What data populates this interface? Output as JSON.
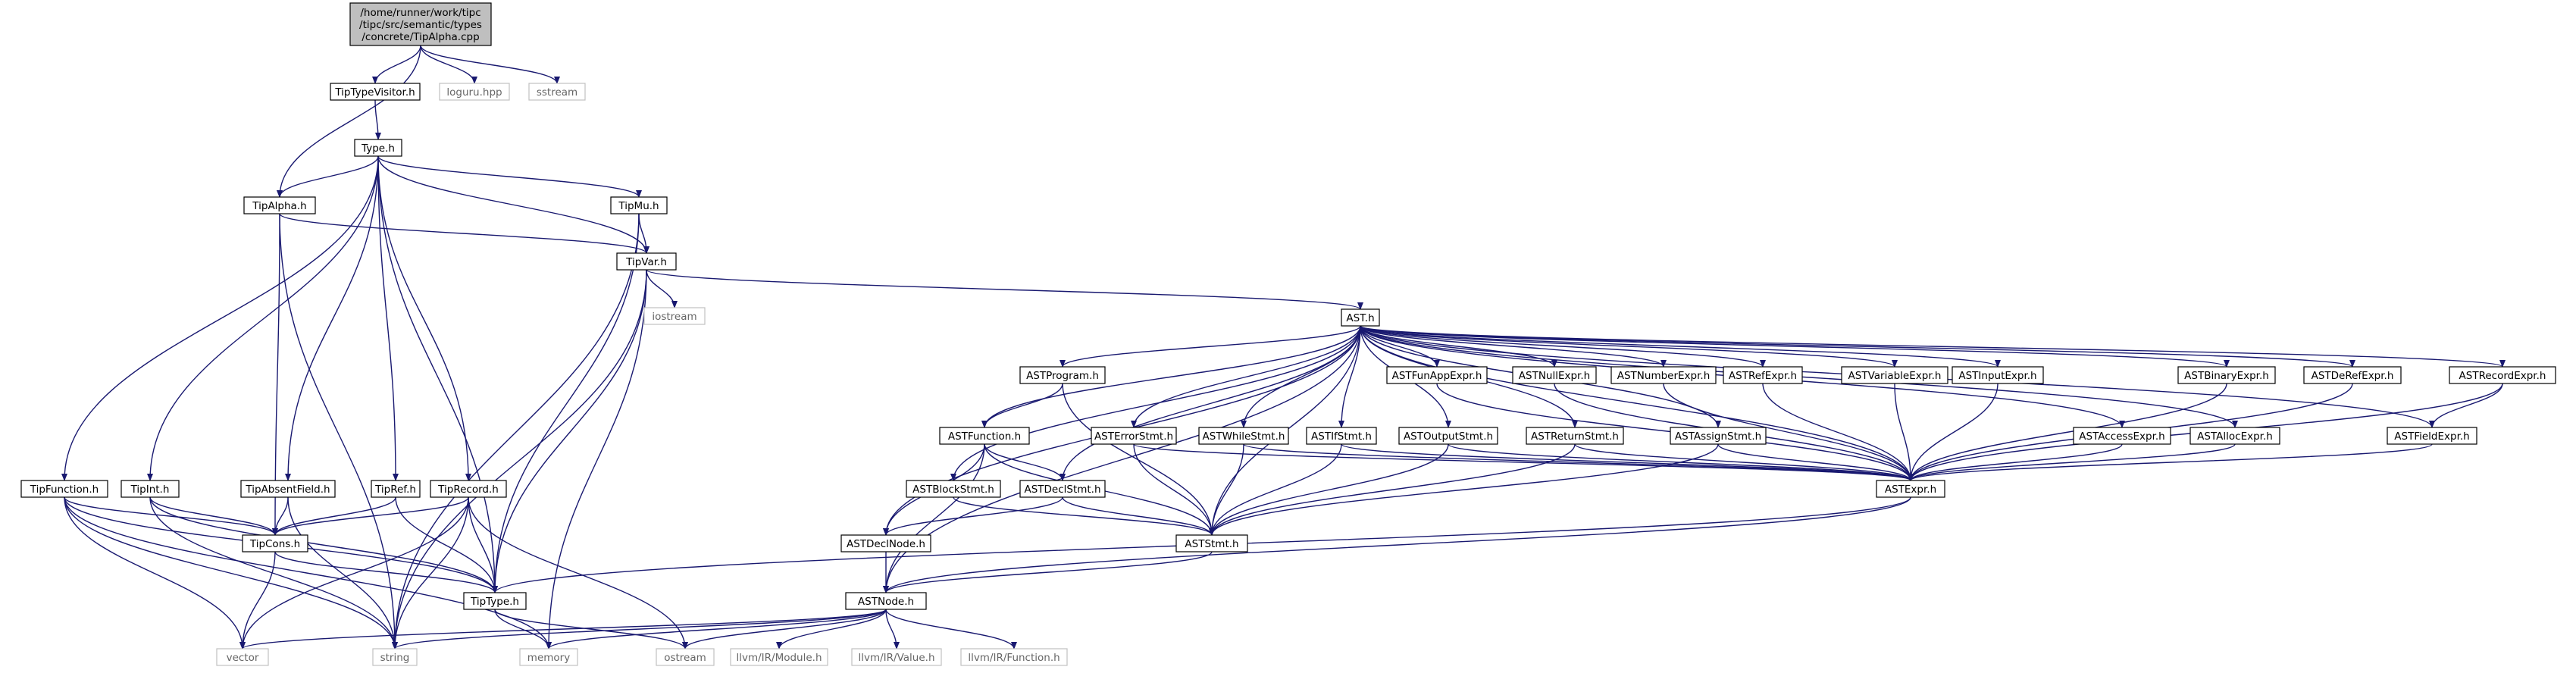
{
  "graph": {
    "focus_file": "/home/runner/work/tipc/tipc/src/semantic/types/concrete/TipAlpha.cpp",
    "focus_lines": [
      "/home/runner/work/tipc",
      "/tipc/src/semantic/types",
      "/concrete/TipAlpha.cpp"
    ],
    "nodes": [
      {
        "id": "tipalpha_cpp",
        "label": "TipAlpha.cpp",
        "focus": true
      },
      {
        "id": "tiptypevisitor_h",
        "label": "TipTypeVisitor.h"
      },
      {
        "id": "loguru_hpp",
        "label": "loguru.hpp",
        "external": true
      },
      {
        "id": "sstream",
        "label": "sstream",
        "external": true
      },
      {
        "id": "type_h",
        "label": "Type.h"
      },
      {
        "id": "tipalpha_h",
        "label": "TipAlpha.h"
      },
      {
        "id": "tipmu_h",
        "label": "TipMu.h"
      },
      {
        "id": "tipvar_h",
        "label": "TipVar.h"
      },
      {
        "id": "iostream",
        "label": "iostream",
        "external": true
      },
      {
        "id": "ast_h",
        "label": "AST.h"
      },
      {
        "id": "astprogram_h",
        "label": "ASTProgram.h"
      },
      {
        "id": "astfunappexpr_h",
        "label": "ASTFunAppExpr.h"
      },
      {
        "id": "astnullexpr_h",
        "label": "ASTNullExpr.h"
      },
      {
        "id": "astnumberexpr_h",
        "label": "ASTNumberExpr.h"
      },
      {
        "id": "astrefexpr_h",
        "label": "ASTRefExpr.h"
      },
      {
        "id": "astvariableexpr_h",
        "label": "ASTVariableExpr.h"
      },
      {
        "id": "astinputexpr_h",
        "label": "ASTInputExpr.h"
      },
      {
        "id": "astbinaryexpr_h",
        "label": "ASTBinaryExpr.h"
      },
      {
        "id": "astderefexpr_h",
        "label": "ASTDeRefExpr.h"
      },
      {
        "id": "astrecordexpr_h",
        "label": "ASTRecordExpr.h"
      },
      {
        "id": "astfunction_h",
        "label": "ASTFunction.h"
      },
      {
        "id": "asterrorstmt_h",
        "label": "ASTErrorStmt.h"
      },
      {
        "id": "astwhilestmt_h",
        "label": "ASTWhileStmt.h"
      },
      {
        "id": "astifstmt_h",
        "label": "ASTIfStmt.h"
      },
      {
        "id": "astoutputstmt_h",
        "label": "ASTOutputStmt.h"
      },
      {
        "id": "astreturnstmt_h",
        "label": "ASTReturnStmt.h"
      },
      {
        "id": "astassignstmt_h",
        "label": "ASTAssignStmt.h"
      },
      {
        "id": "astaccessexpr_h",
        "label": "ASTAccessExpr.h"
      },
      {
        "id": "astallocexpr_h",
        "label": "ASTAllocExpr.h"
      },
      {
        "id": "astfieldexpr_h",
        "label": "ASTFieldExpr.h"
      },
      {
        "id": "astblockstmt_h",
        "label": "ASTBlockStmt.h"
      },
      {
        "id": "astdeclstmt_h",
        "label": "ASTDeclStmt.h"
      },
      {
        "id": "astexpr_h",
        "label": "ASTExpr.h"
      },
      {
        "id": "astdeclnode_h",
        "label": "ASTDeclNode.h"
      },
      {
        "id": "aststmt_h",
        "label": "ASTStmt.h"
      },
      {
        "id": "astnode_h",
        "label": "ASTNode.h"
      },
      {
        "id": "tipfunction_h",
        "label": "TipFunction.h"
      },
      {
        "id": "tipint_h",
        "label": "TipInt.h"
      },
      {
        "id": "tipabsentfield_h",
        "label": "TipAbsentField.h"
      },
      {
        "id": "tipref_h",
        "label": "TipRef.h"
      },
      {
        "id": "tiprecord_h",
        "label": "TipRecord.h"
      },
      {
        "id": "tipcons_h",
        "label": "TipCons.h"
      },
      {
        "id": "tiptype_h",
        "label": "TipType.h"
      },
      {
        "id": "vector",
        "label": "vector",
        "external": true
      },
      {
        "id": "string",
        "label": "string",
        "external": true
      },
      {
        "id": "memory",
        "label": "memory",
        "external": true
      },
      {
        "id": "ostream",
        "label": "ostream",
        "external": true
      },
      {
        "id": "llvm_module_h",
        "label": "llvm/IR/Module.h",
        "external": true
      },
      {
        "id": "llvm_value_h",
        "label": "llvm/IR/Value.h",
        "external": true
      },
      {
        "id": "llvm_function_h",
        "label": "llvm/IR/Function.h",
        "external": true
      }
    ],
    "edges": [
      [
        "tipalpha_cpp",
        "tiptypevisitor_h"
      ],
      [
        "tipalpha_cpp",
        "loguru_hpp"
      ],
      [
        "tipalpha_cpp",
        "sstream"
      ],
      [
        "tipalpha_cpp",
        "tipalpha_h"
      ],
      [
        "tiptypevisitor_h",
        "type_h"
      ],
      [
        "type_h",
        "tipalpha_h"
      ],
      [
        "type_h",
        "tipmu_h"
      ],
      [
        "type_h",
        "tipvar_h"
      ],
      [
        "type_h",
        "tipfunction_h"
      ],
      [
        "type_h",
        "tipint_h"
      ],
      [
        "type_h",
        "tipabsentfield_h"
      ],
      [
        "type_h",
        "tipref_h"
      ],
      [
        "type_h",
        "tiprecord_h"
      ],
      [
        "type_h",
        "tiptype_h"
      ],
      [
        "tipalpha_h",
        "tipvar_h"
      ],
      [
        "tipalpha_h",
        "tipcons_h"
      ],
      [
        "tipalpha_h",
        "string"
      ],
      [
        "tipmu_h",
        "tipvar_h"
      ],
      [
        "tipmu_h",
        "tiptype_h"
      ],
      [
        "tipmu_h",
        "string"
      ],
      [
        "tipvar_h",
        "iostream"
      ],
      [
        "tipvar_h",
        "ast_h"
      ],
      [
        "tipvar_h",
        "tiptype_h"
      ],
      [
        "tipvar_h",
        "string"
      ],
      [
        "tipvar_h",
        "memory"
      ],
      [
        "ast_h",
        "astprogram_h"
      ],
      [
        "ast_h",
        "astfunappexpr_h"
      ],
      [
        "ast_h",
        "astnullexpr_h"
      ],
      [
        "ast_h",
        "astnumberexpr_h"
      ],
      [
        "ast_h",
        "astrefexpr_h"
      ],
      [
        "ast_h",
        "astvariableexpr_h"
      ],
      [
        "ast_h",
        "astinputexpr_h"
      ],
      [
        "ast_h",
        "astbinaryexpr_h"
      ],
      [
        "ast_h",
        "astderefexpr_h"
      ],
      [
        "ast_h",
        "astrecordexpr_h"
      ],
      [
        "ast_h",
        "astfunction_h"
      ],
      [
        "ast_h",
        "asterrorstmt_h"
      ],
      [
        "ast_h",
        "astwhilestmt_h"
      ],
      [
        "ast_h",
        "astifstmt_h"
      ],
      [
        "ast_h",
        "astoutputstmt_h"
      ],
      [
        "ast_h",
        "astreturnstmt_h"
      ],
      [
        "ast_h",
        "astassignstmt_h"
      ],
      [
        "ast_h",
        "astaccessexpr_h"
      ],
      [
        "ast_h",
        "astallocexpr_h"
      ],
      [
        "ast_h",
        "astfieldexpr_h"
      ],
      [
        "ast_h",
        "astblockstmt_h"
      ],
      [
        "ast_h",
        "astdeclstmt_h"
      ],
      [
        "ast_h",
        "astexpr_h"
      ],
      [
        "ast_h",
        "astdeclnode_h"
      ],
      [
        "ast_h",
        "aststmt_h"
      ],
      [
        "ast_h",
        "astnode_h"
      ],
      [
        "astprogram_h",
        "astfunction_h"
      ],
      [
        "astprogram_h",
        "aststmt_h"
      ],
      [
        "astfunappexpr_h",
        "astexpr_h"
      ],
      [
        "astnullexpr_h",
        "astexpr_h"
      ],
      [
        "astnumberexpr_h",
        "astexpr_h"
      ],
      [
        "astrefexpr_h",
        "astexpr_h"
      ],
      [
        "astvariableexpr_h",
        "astexpr_h"
      ],
      [
        "astinputexpr_h",
        "astexpr_h"
      ],
      [
        "astbinaryexpr_h",
        "astexpr_h"
      ],
      [
        "astderefexpr_h",
        "astexpr_h"
      ],
      [
        "astrecordexpr_h",
        "astexpr_h"
      ],
      [
        "astrecordexpr_h",
        "astfieldexpr_h"
      ],
      [
        "astaccessexpr_h",
        "astexpr_h"
      ],
      [
        "astallocexpr_h",
        "astexpr_h"
      ],
      [
        "astfieldexpr_h",
        "astexpr_h"
      ],
      [
        "astfunction_h",
        "astdeclnode_h"
      ],
      [
        "astfunction_h",
        "astdeclstmt_h"
      ],
      [
        "astfunction_h",
        "aststmt_h"
      ],
      [
        "astfunction_h",
        "astnode_h"
      ],
      [
        "asterrorstmt_h",
        "aststmt_h"
      ],
      [
        "asterrorstmt_h",
        "astexpr_h"
      ],
      [
        "astwhilestmt_h",
        "aststmt_h"
      ],
      [
        "astwhilestmt_h",
        "astexpr_h"
      ],
      [
        "astifstmt_h",
        "aststmt_h"
      ],
      [
        "astifstmt_h",
        "astexpr_h"
      ],
      [
        "astoutputstmt_h",
        "aststmt_h"
      ],
      [
        "astoutputstmt_h",
        "astexpr_h"
      ],
      [
        "astreturnstmt_h",
        "aststmt_h"
      ],
      [
        "astreturnstmt_h",
        "astexpr_h"
      ],
      [
        "astassignstmt_h",
        "aststmt_h"
      ],
      [
        "astassignstmt_h",
        "astexpr_h"
      ],
      [
        "astblockstmt_h",
        "aststmt_h"
      ],
      [
        "astdeclstmt_h",
        "astdeclnode_h"
      ],
      [
        "astdeclstmt_h",
        "aststmt_h"
      ],
      [
        "astexpr_h",
        "astnode_h"
      ],
      [
        "astexpr_h",
        "tiptype_h"
      ],
      [
        "astdeclnode_h",
        "astnode_h"
      ],
      [
        "aststmt_h",
        "astnode_h"
      ],
      [
        "astnode_h",
        "vector"
      ],
      [
        "astnode_h",
        "string"
      ],
      [
        "astnode_h",
        "memory"
      ],
      [
        "astnode_h",
        "ostream"
      ],
      [
        "astnode_h",
        "llvm_module_h"
      ],
      [
        "astnode_h",
        "llvm_value_h"
      ],
      [
        "astnode_h",
        "llvm_function_h"
      ],
      [
        "tipfunction_h",
        "tipcons_h"
      ],
      [
        "tipfunction_h",
        "tiptype_h"
      ],
      [
        "tipfunction_h",
        "vector"
      ],
      [
        "tipfunction_h",
        "string"
      ],
      [
        "tipfunction_h",
        "memory"
      ],
      [
        "tipint_h",
        "tipcons_h"
      ],
      [
        "tipint_h",
        "tiptype_h"
      ],
      [
        "tipint_h",
        "string"
      ],
      [
        "tipabsentfield_h",
        "tipcons_h"
      ],
      [
        "tipabsentfield_h",
        "string"
      ],
      [
        "tipref_h",
        "tipcons_h"
      ],
      [
        "tipref_h",
        "tiptype_h"
      ],
      [
        "tiprecord_h",
        "tipcons_h"
      ],
      [
        "tiprecord_h",
        "tiptype_h"
      ],
      [
        "tiprecord_h",
        "vector"
      ],
      [
        "tiprecord_h",
        "string"
      ],
      [
        "tiprecord_h",
        "ostream"
      ],
      [
        "tipcons_h",
        "tiptype_h"
      ],
      [
        "tipcons_h",
        "vector"
      ],
      [
        "tiptype_h",
        "memory"
      ],
      [
        "tiptype_h",
        "ostream"
      ]
    ]
  }
}
